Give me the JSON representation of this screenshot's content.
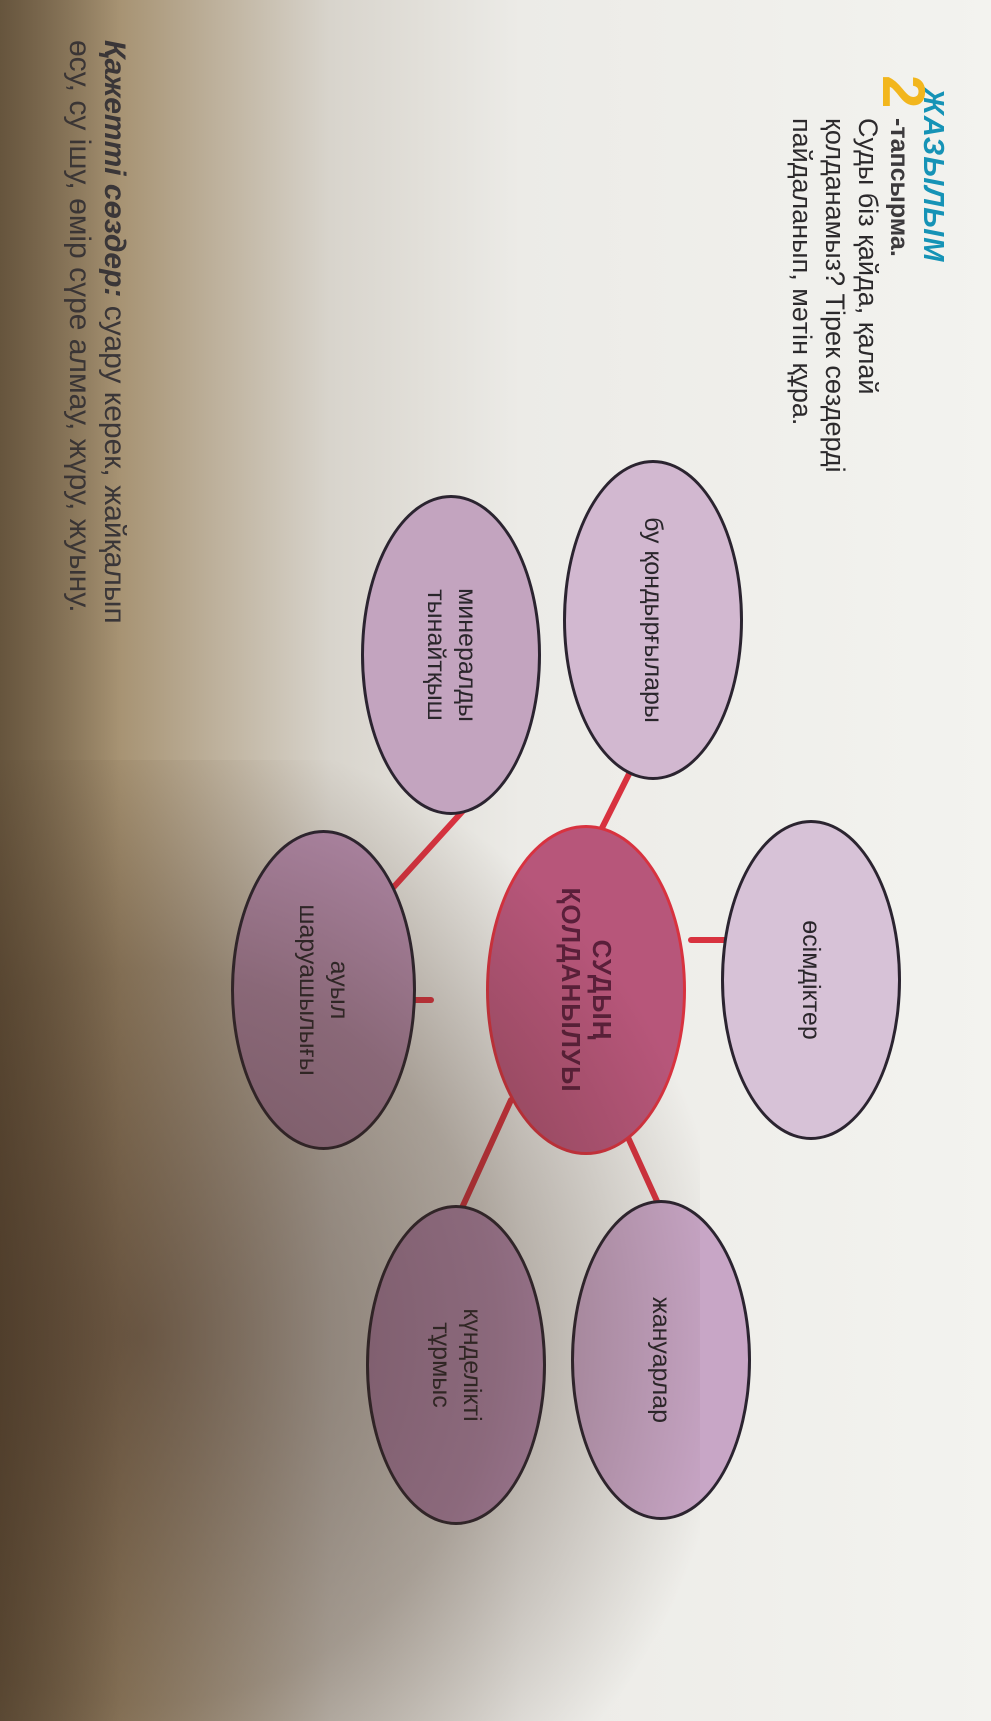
{
  "header": {
    "section": "ЖАЗЫЛЫМ",
    "task_number": "2",
    "task_word": "-тапсырма."
  },
  "question": {
    "line1": "Суды біз қайда, қалай",
    "line2": "қолданамыз? Тірек сөздерді",
    "line3": "пайдаланып, мәтін құра."
  },
  "diagram": {
    "center": "СУДЫҢ\nҚОЛДАНЫЛУЫ",
    "nodes": {
      "steam": "бу қондырғылары",
      "mineral": "минералды\nтынайтқыш",
      "plants": "өсімдіктер",
      "farm": "ауыл\nшаруашылығы",
      "animals": "жануарлар",
      "daily": "күнделікті\nтұрмыс"
    }
  },
  "keywords": {
    "label": "Қажетті сөздер:",
    "line1": " суару керек, жайқалып",
    "line2": "өсу, су ішу, өмір сүре алмау, жүру, жуыну."
  },
  "colors": {
    "section": "#1693b6",
    "number": "#f2b61d",
    "connector": "#d8323f",
    "node_fill": "#c9aac6",
    "center_fill": "#b7567a"
  }
}
